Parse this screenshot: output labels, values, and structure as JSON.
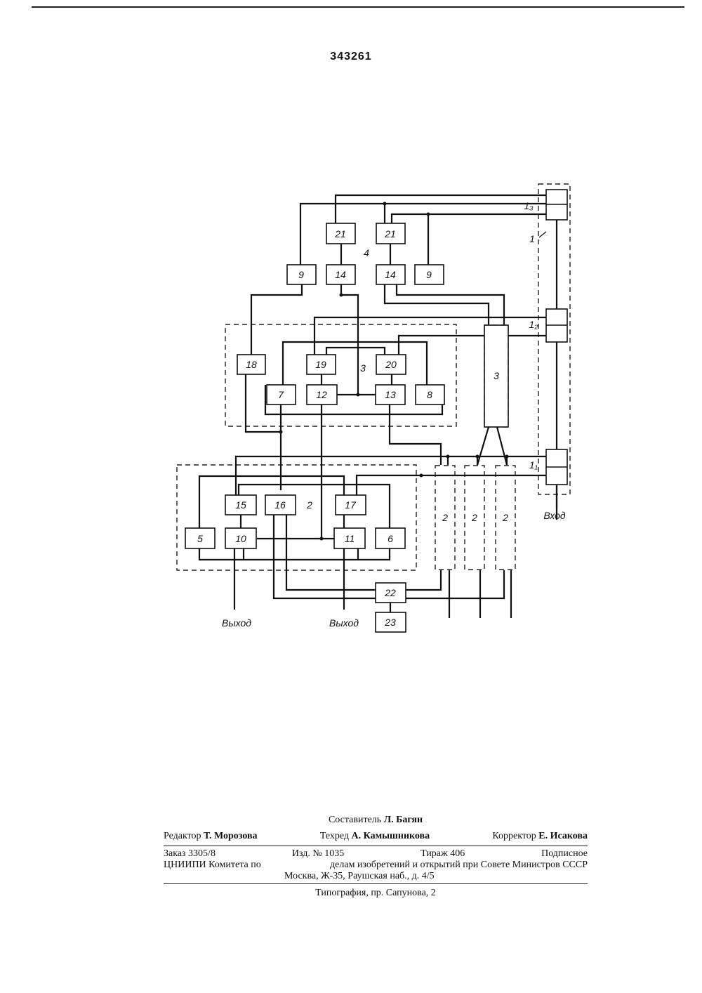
{
  "header": {
    "patent_number": "343261"
  },
  "diagram": {
    "blocks": [
      "21",
      "21",
      "9",
      "14",
      "14",
      "9",
      "18",
      "19",
      "20",
      "7",
      "12",
      "13",
      "8",
      "3",
      "15",
      "16",
      "17",
      "5",
      "10",
      "11",
      "6",
      "2",
      "2",
      "2",
      "22",
      "23"
    ],
    "group_labels": [
      "4",
      "3",
      "2"
    ],
    "register_labels": [
      "1₃",
      "1",
      "1₂",
      "1₁"
    ],
    "io_labels": {
      "input": "Вход",
      "output_left": "Выход",
      "output_right": "Выход"
    }
  },
  "footer": {
    "compiler": {
      "role": "Составитель",
      "name": "Л. Багян"
    },
    "editor": {
      "role": "Редактор",
      "name": "Т. Морозова"
    },
    "tech_editor": {
      "role": "Техред",
      "name": "А. Камышникова"
    },
    "proofreader": {
      "role": "Корректор",
      "name": "Е. Исакова"
    },
    "order": "Заказ 3305/8",
    "issue": "Изд. № 1035",
    "circulation": "Тираж 406",
    "subscription": "Подписное",
    "org_line1_left": "ЦНИИПИ Комитета по",
    "org_line1_right": "делам изобретений и открытий при Совете Министров СССР",
    "address": "Москва, Ж-35, Раушская наб., д. 4/5",
    "printer": "Типография, пр. Сапунова, 2"
  }
}
